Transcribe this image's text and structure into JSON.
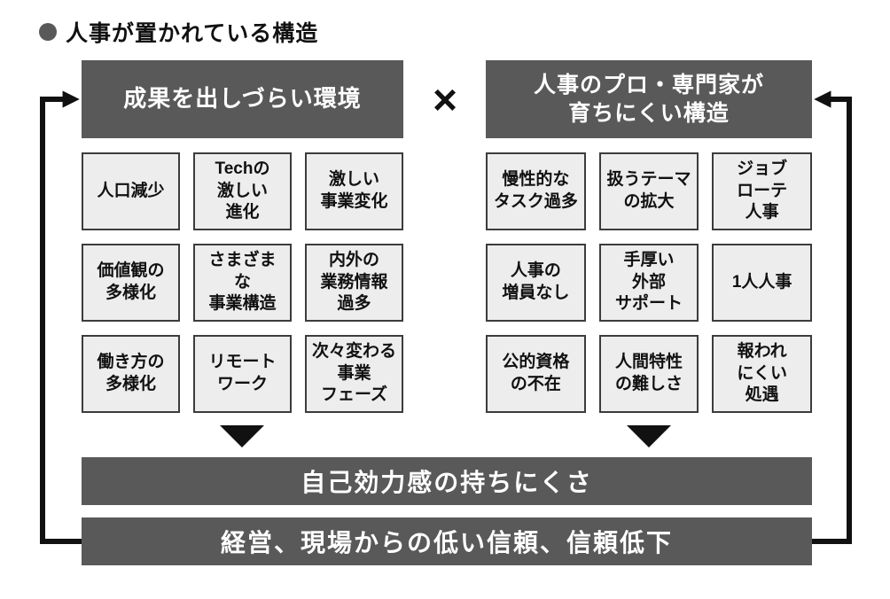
{
  "title": "人事が置かれている構造",
  "multiply_symbol": "×",
  "left_section": {
    "header": "成果を出しづらい環境",
    "cells": [
      "人口減少",
      "Techの\n激しい\n進化",
      "激しい\n事業変化",
      "価値観の\n多様化",
      "さまざま\nな\n事業構造",
      "内外の\n業務情報\n過多",
      "働き方の\n多様化",
      "リモート\nワーク",
      "次々変わる\n事業\nフェーズ"
    ]
  },
  "right_section": {
    "header": "人事のプロ・専門家が\n育ちにくい構造",
    "cells": [
      "慢性的な\nタスク過多",
      "扱うテーマ\nの拡大",
      "ジョブ\nローテ\n人事",
      "人事の\n増員なし",
      "手厚い\n外部\nサポート",
      "1人人事",
      "公的資格\nの不在",
      "人間特性\nの難しさ",
      "報われ\nにくい\n処遇"
    ]
  },
  "bottom_bars": {
    "bar1": "自己効力感の持ちにくさ",
    "bar2": "経営、現場からの低い信頼、信頼低下"
  },
  "colors": {
    "header_bg": "#595959",
    "cell_bg": "#ededed",
    "cell_border": "#3c3c3c",
    "arrow": "#111111"
  }
}
